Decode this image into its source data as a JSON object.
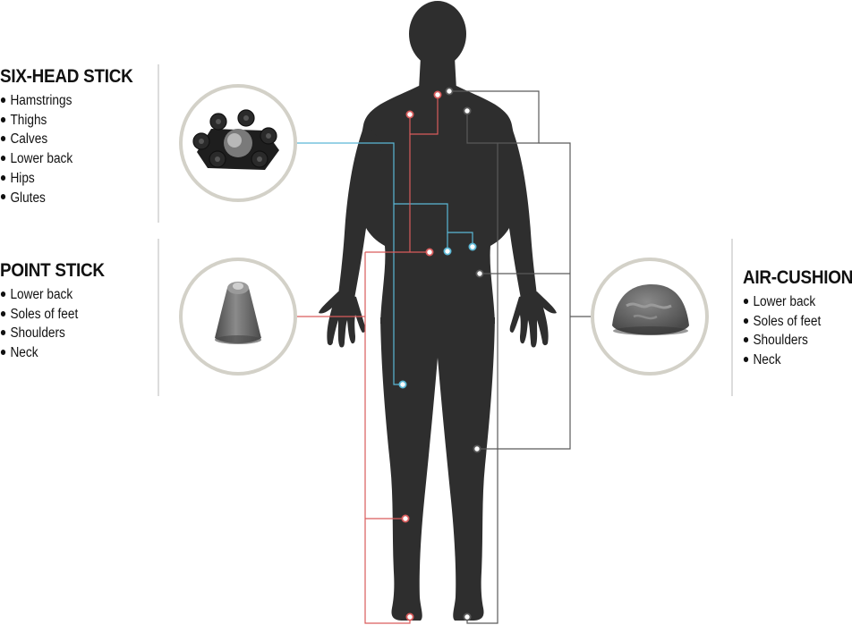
{
  "products": [
    {
      "id": "six-head-stick",
      "title": "SIX-HEAD STICK",
      "items": [
        "Hamstrings",
        "Thighs",
        "Calves",
        "Lower back",
        "Hips",
        "Glutes"
      ],
      "icon": "six-head-massager-icon"
    },
    {
      "id": "point-stick",
      "title": "POINT STICK",
      "items": [
        "Lower back",
        "Soles of feet",
        "Shoulders",
        "Neck"
      ],
      "icon": "point-massager-icon"
    },
    {
      "id": "air-cushion",
      "title": "AIR-CUSHION",
      "items": [
        "Lower back",
        "Soles of feet",
        "Shoulders",
        "Neck"
      ],
      "icon": "air-cushion-massager-icon"
    }
  ],
  "colors": {
    "silhouette": "#2e2e2e",
    "six_head_line": "#5bb8d6",
    "point_line": "#d95c5c",
    "air_cushion_line": "#5a5a5a",
    "circle_border": "#d3d1c8",
    "divider": "#dcdcdc"
  }
}
